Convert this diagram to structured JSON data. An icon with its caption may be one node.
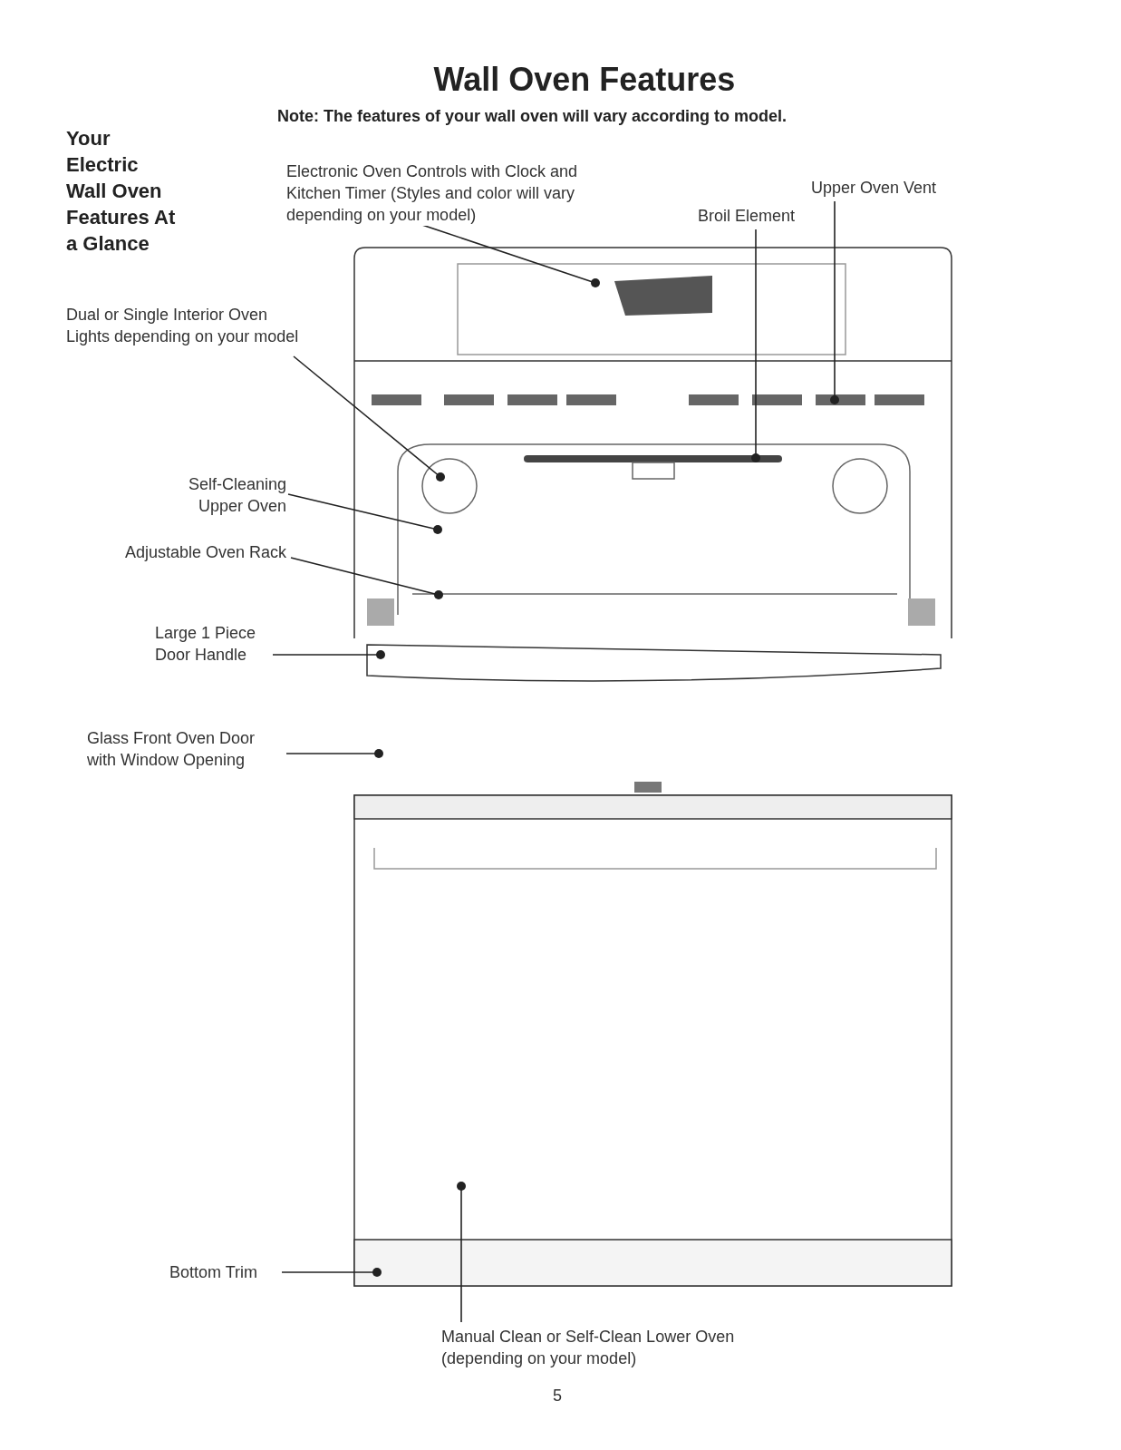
{
  "diagram": {
    "title": "Wall Oven Features",
    "nodes": [
      {
        "text": [
          "Electronic Oven Controls with Clock and Kitchen Timer (Styles and color will vary depending on your model)"
        ]
      },
      {
        "text": [
          "Upper Oven Vent"
        ]
      },
      {
        "text": [
          "Broil Element"
        ]
      },
      {
        "text": [
          "Dual or Single Interior Oven Lights depending on your model"
        ]
      },
      {
        "text": [
          "Self-Cleaning Upper Oven"
        ]
      },
      {
        "text": [
          "Adjustable Oven Rack"
        ]
      },
      {
        "text": [
          "Large 1 Piece Door Handle"
        ]
      },
      {
        "text": [
          "Glass Front Oven Door with Window Opening"
        ]
      },
      {
        "text": [
          "Bottom Trim"
        ]
      },
      {
        "text": [
          "Manual Clean or Self-Clean Lower Oven (depending on your model)"
        ]
      }
    ],
    "edges": [
      {
        "from": 0,
        "to": null,
        "arrow": "other"
      },
      {
        "from": 1,
        "to": null,
        "arrow": "other"
      },
      {
        "from": 2,
        "to": null,
        "arrow": "other"
      },
      {
        "from": 3,
        "to": null,
        "arrow": "other"
      },
      {
        "from": 4,
        "to": null,
        "arrow": "other"
      },
      {
        "from": 5,
        "to": null,
        "arrow": "other"
      },
      {
        "from": 6,
        "to": null,
        "arrow": "other"
      },
      {
        "from": 7,
        "to": null,
        "arrow": "other"
      },
      {
        "from": 8,
        "to": null,
        "arrow": "other"
      },
      {
        "from": 9,
        "to": null,
        "arrow": "other"
      }
    ],
    "labels": [
      "Note: The features of your wall oven will vary according to model.",
      "Your Electric Wall Oven Features At a Glance",
      "5"
    ]
  }
}
